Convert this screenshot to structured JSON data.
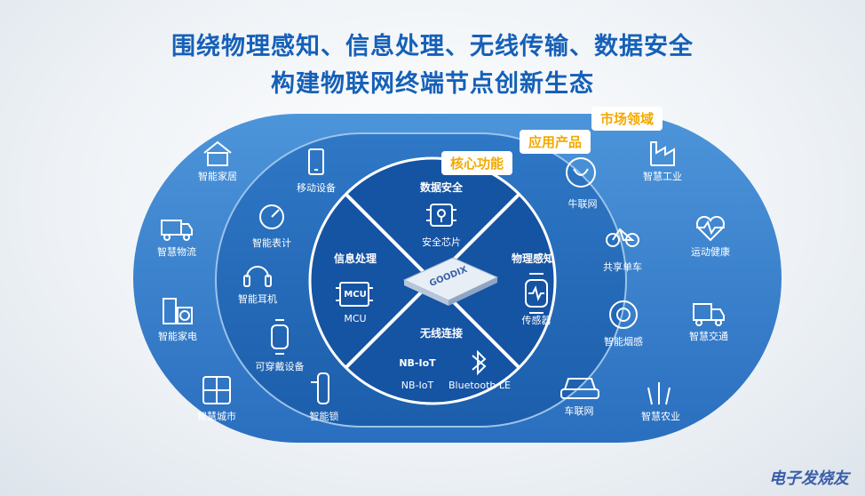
{
  "title_line1": "围绕物理感知、信息处理、无线传输、数据安全",
  "title_line2": "构建物联网终端节点创新生态",
  "rings": {
    "outer": "市场领域",
    "middle": "应用产品",
    "core": "核心功能"
  },
  "core": {
    "top": {
      "title": "数据安全",
      "label": "安全芯片"
    },
    "left": {
      "title": "信息处理",
      "label": "MCU",
      "chip_text": "MCU"
    },
    "right": {
      "title": "物理感知",
      "label": "传感器"
    },
    "bottom": {
      "title": "无线连接",
      "nb_label": "NB-IoT",
      "nb_badge": "NB-IoT",
      "bt_label": "Bluetooth LE"
    },
    "center_logo": "GOODIX"
  },
  "outer_left": [
    "智能家居",
    "智慧物流",
    "智能家电",
    "智慧城市"
  ],
  "outer_right": [
    "智慧工业",
    "运动健康",
    "智慧交通",
    "智慧农业"
  ],
  "middle_left": [
    "移动设备",
    "智能表计",
    "智能耳机",
    "可穿戴设备",
    "智能锁"
  ],
  "middle_right": [
    "牛联网",
    "共享单车",
    "智能烟感",
    "车联网"
  ],
  "watermark": "电子发烧友",
  "colors": {
    "outer": "#2f7ccb",
    "middle": "#1f67b8",
    "core": "#1553a3",
    "title": "#1560b8",
    "accent": "#f2a900"
  }
}
